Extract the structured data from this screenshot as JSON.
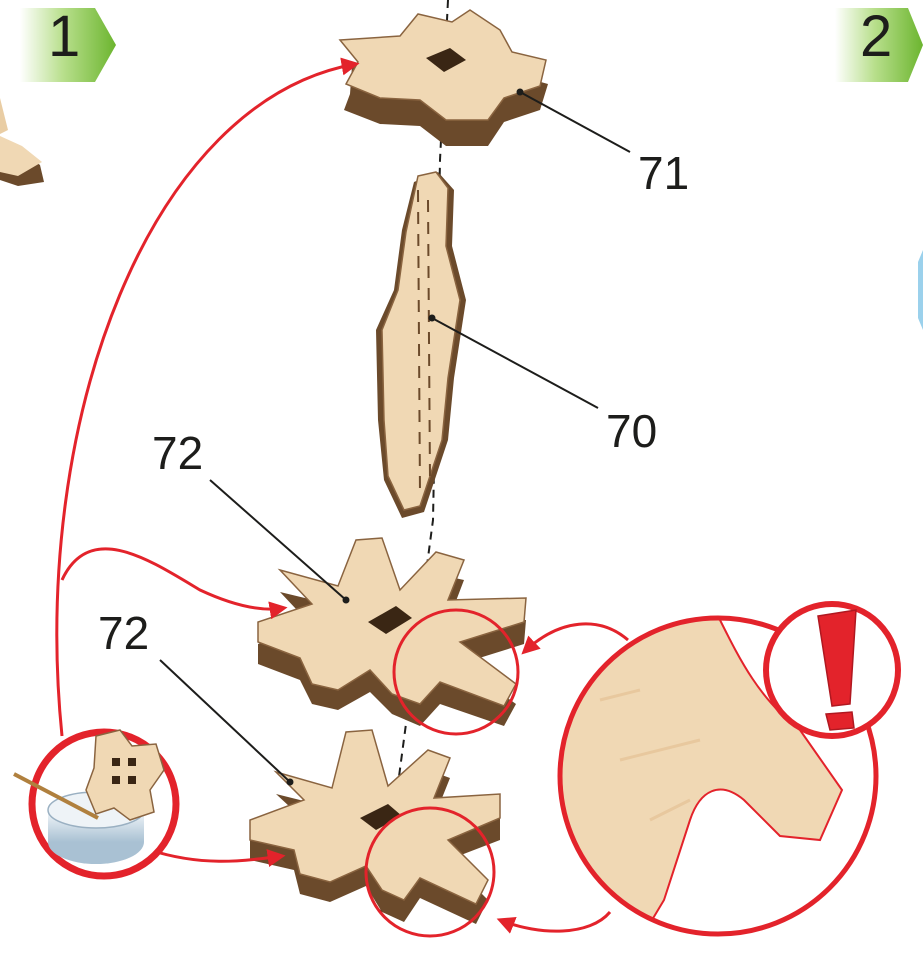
{
  "steps": [
    {
      "number": "1"
    },
    {
      "number": "2"
    }
  ],
  "parts": [
    {
      "label": "71"
    },
    {
      "label": "70"
    },
    {
      "label": "72"
    },
    {
      "label": "72"
    }
  ],
  "icons": {
    "glue": "glue-pot-icon",
    "warning": "exclamation-icon"
  },
  "colors": {
    "arrow": "#e3232b",
    "step_badge": "#7cc142",
    "wood_face": "#f0d8b4",
    "wood_edge": "#6b4a2b"
  }
}
